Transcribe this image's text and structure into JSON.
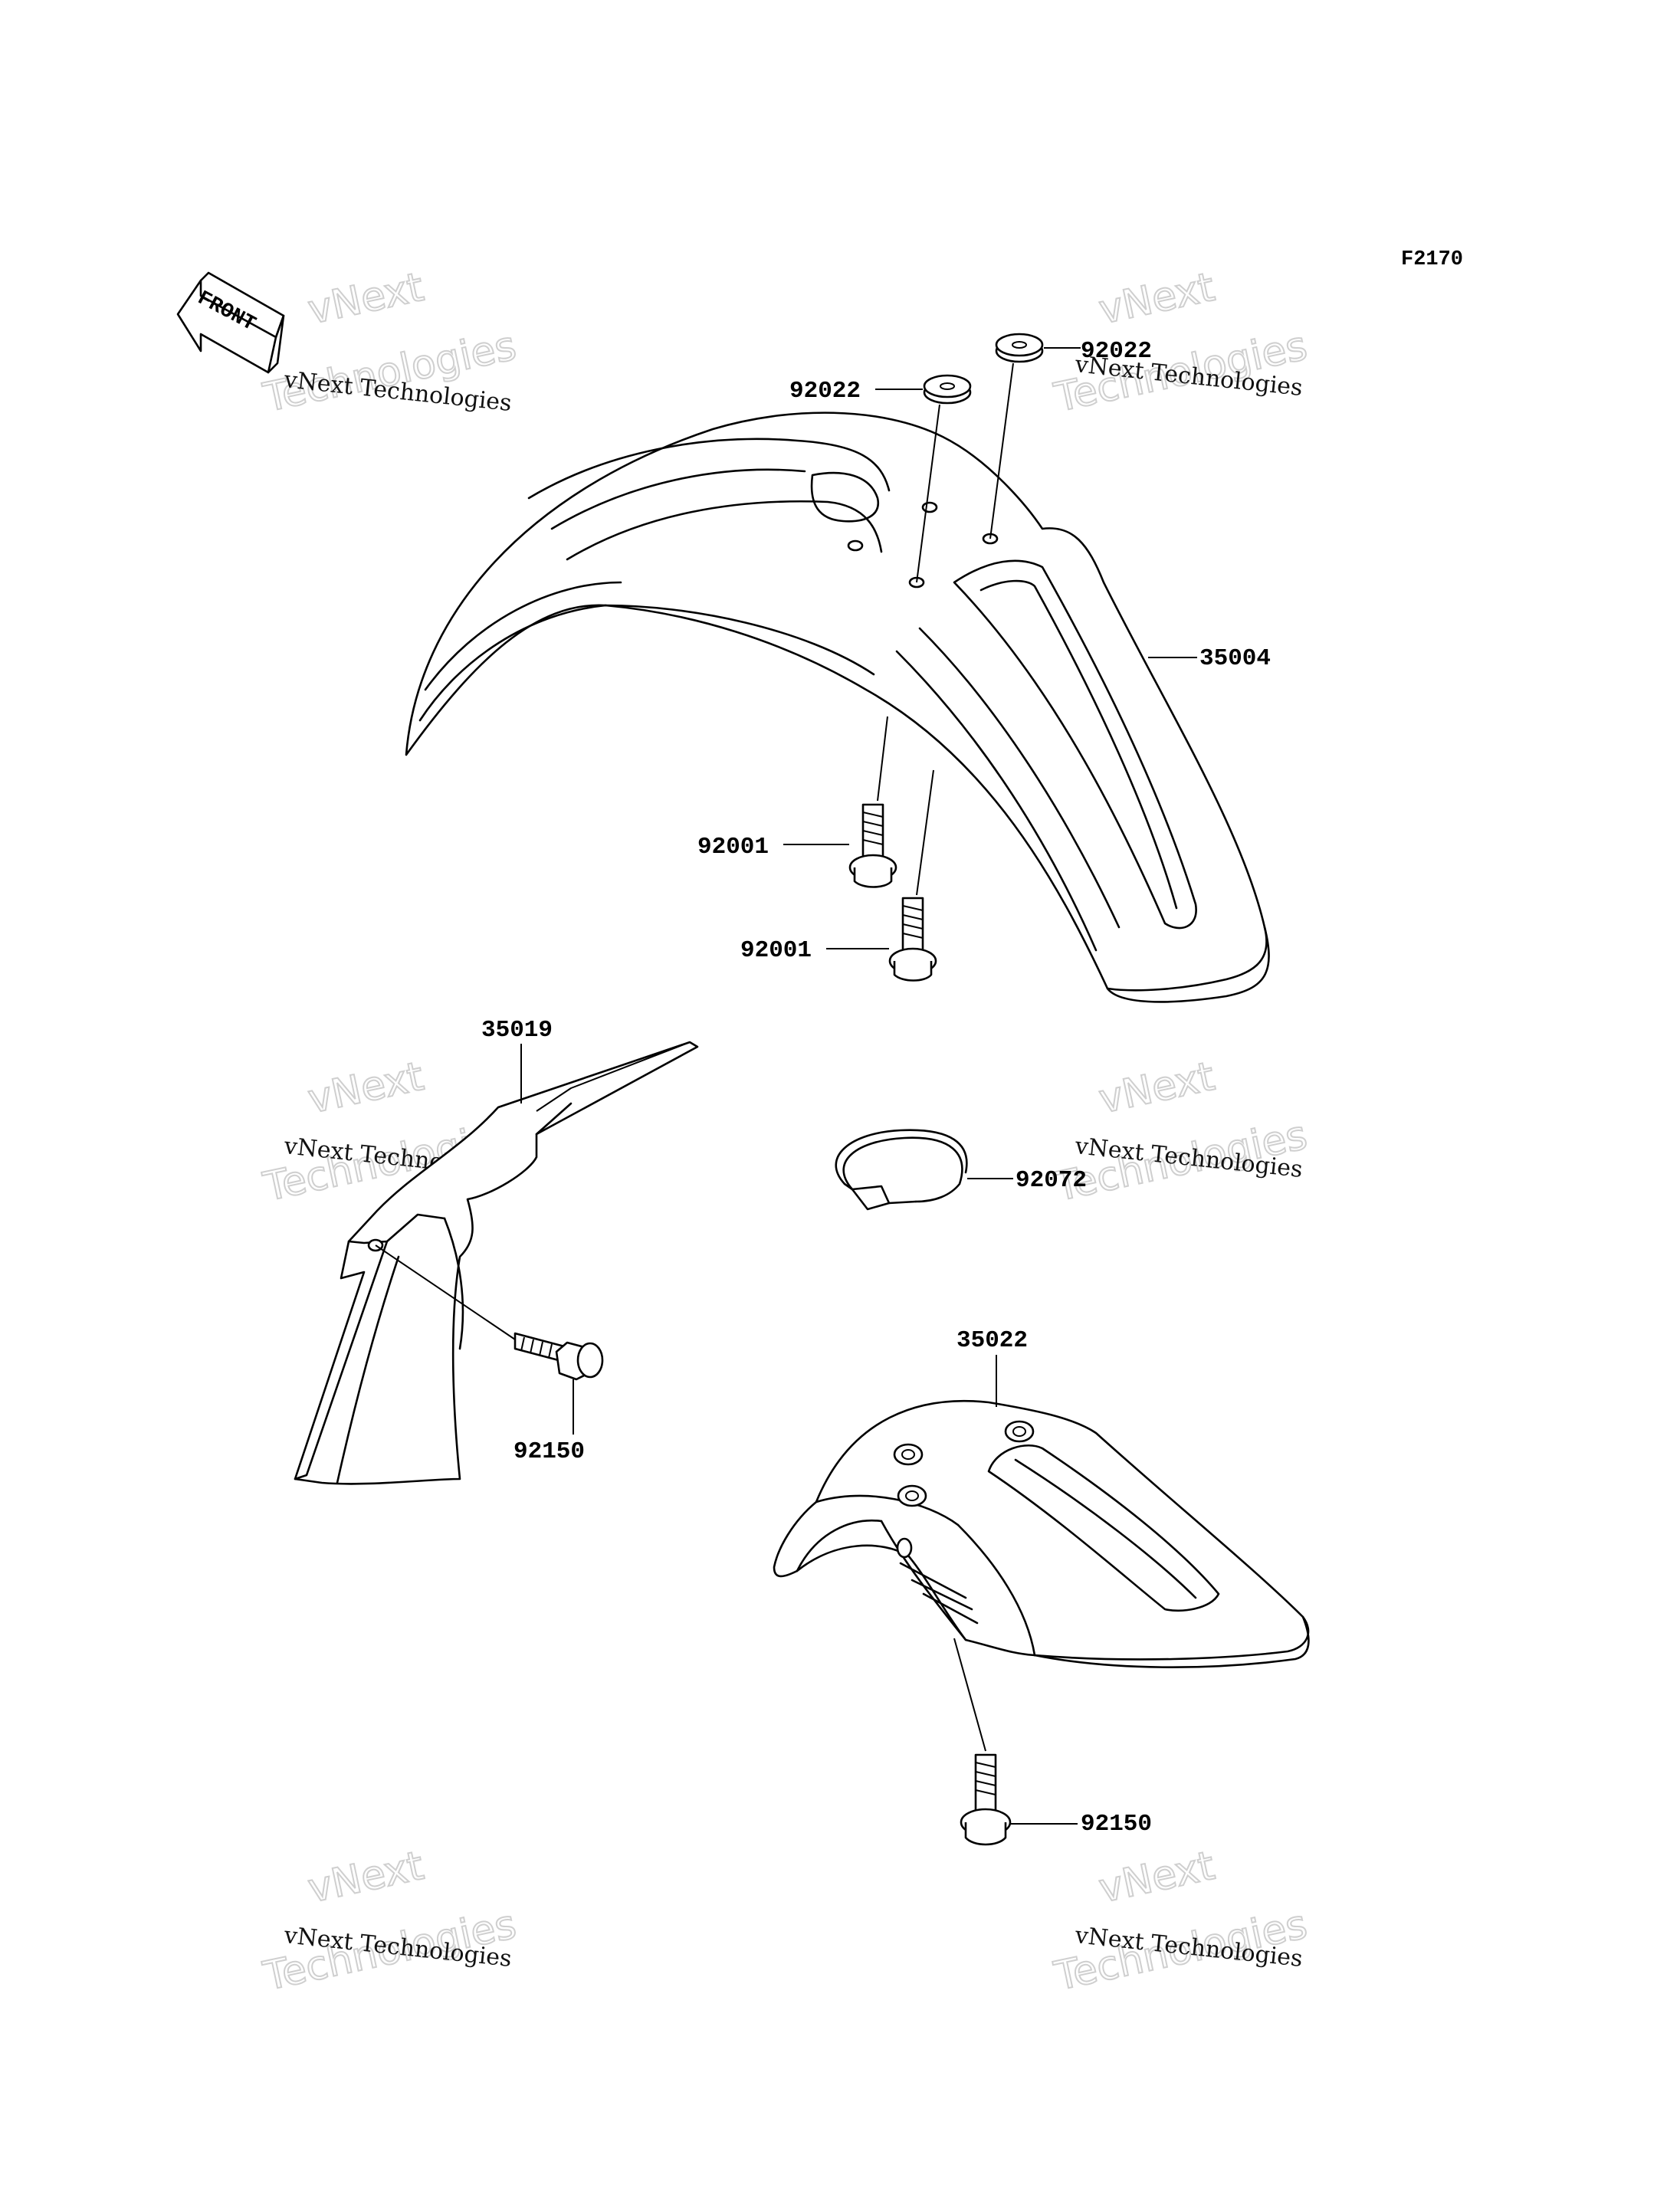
{
  "diagram": {
    "code": "F2170",
    "front_badge": "FRONT",
    "parts": [
      {
        "number": "35004",
        "name": "front-fender"
      },
      {
        "number": "92022",
        "name": "washer-left"
      },
      {
        "number": "92022",
        "name": "washer-right"
      },
      {
        "number": "92001",
        "name": "bolt-upper"
      },
      {
        "number": "92001",
        "name": "bolt-lower"
      },
      {
        "number": "35019",
        "name": "mud-flap"
      },
      {
        "number": "92150",
        "name": "bolt-flap"
      },
      {
        "number": "92072",
        "name": "band"
      },
      {
        "number": "35022",
        "name": "rear-fender"
      },
      {
        "number": "92150",
        "name": "bolt-rear"
      }
    ],
    "watermarks": [
      {
        "line1": "vNext",
        "line2": "vNext Technologies",
        "line3": "Technologies"
      },
      {
        "line1": "vNext",
        "line2": "vNext Technologies",
        "line3": "Technologies"
      },
      {
        "line1": "vNext",
        "line2": "vNext Technologies",
        "line3": "Technologies"
      },
      {
        "line1": "vNext",
        "line2": "vNext Technologies",
        "line3": "Technologies"
      },
      {
        "line1": "vNext",
        "line2": "vNext Technologies",
        "line3": "Technologies"
      },
      {
        "line1": "vNext",
        "line2": "vNext Technologies",
        "line3": "Technologies"
      }
    ]
  }
}
